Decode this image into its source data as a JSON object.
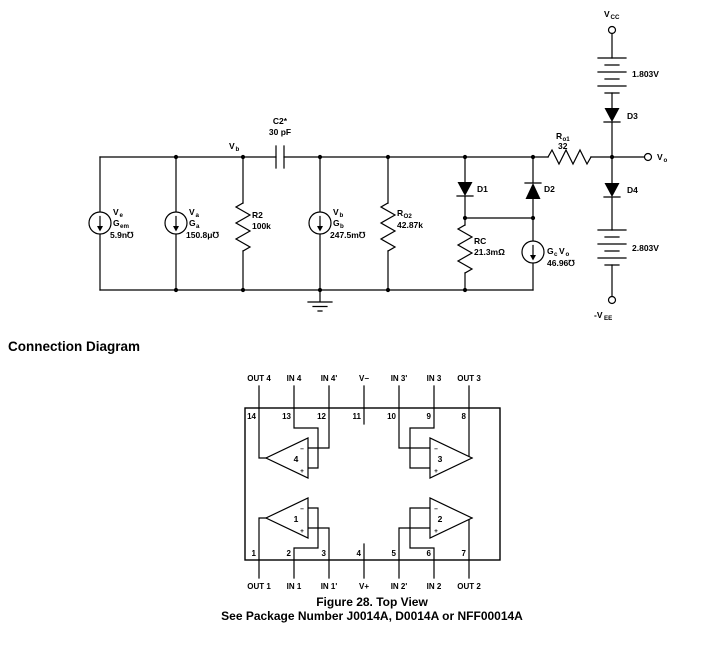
{
  "schematic": {
    "vcc_v": "V",
    "vcc_sub": "CC",
    "bat1": "1.803V",
    "d3": "D3",
    "ro1_r": "R",
    "ro1_sub": "o1",
    "ro1_val": "32",
    "vo_v": "V",
    "vo_sub": "o",
    "d4": "D4",
    "bat2": "2.803V",
    "vee_v": "-V",
    "vee_sub": "EE",
    "vb_v": "V",
    "vb_sub": "b",
    "c2_name": "C2*",
    "c2_val": "30 pF",
    "s1_v": "V",
    "s1_vsub": "e",
    "s1_g": "G",
    "s1_gsub": "em",
    "s1_val": "5.9n℧",
    "s2_v": "V",
    "s2_vsub": "a",
    "s2_g": "G",
    "s2_gsub": "a",
    "s2_val": "150.8μ℧",
    "r2_name": "R2",
    "r2_val": "100k",
    "s3_v": "V",
    "s3_vsub": "b",
    "s3_g": "G",
    "s3_gsub": "b",
    "s3_val": "247.5m℧",
    "ro2_r": "R",
    "ro2_sub": "O2",
    "ro2_val": "42.87k",
    "d1": "D1",
    "d2": "D2",
    "rc_name": "RC",
    "rc_val": "21.3mΩ",
    "s4_g": "G",
    "s4_gsub": "c",
    "s4_v": "V",
    "s4_vsub": "o",
    "s4_val": "46.96℧"
  },
  "connection": {
    "heading": "Connection Diagram",
    "top_labels": [
      "OUT 4",
      "IN 4",
      "IN 4'",
      "V−",
      "IN 3'",
      "IN 3",
      "OUT 3"
    ],
    "top_nums": [
      "14",
      "13",
      "12",
      "11",
      "10",
      "9",
      "8"
    ],
    "bottom_nums": [
      "1",
      "2",
      "3",
      "4",
      "5",
      "6",
      "7"
    ],
    "bottom_labels": [
      "OUT 1",
      "IN 1",
      "IN 1'",
      "V+",
      "IN 2'",
      "IN 2",
      "OUT 2"
    ],
    "amp_tl": "4",
    "amp_tr": "3",
    "amp_bl": "1",
    "amp_br": "2",
    "plus": "+",
    "minus": "−",
    "caption1": "Figure 28.  Top View",
    "caption2": "See Package Number J0014A, D0014A or NFF00014A"
  }
}
